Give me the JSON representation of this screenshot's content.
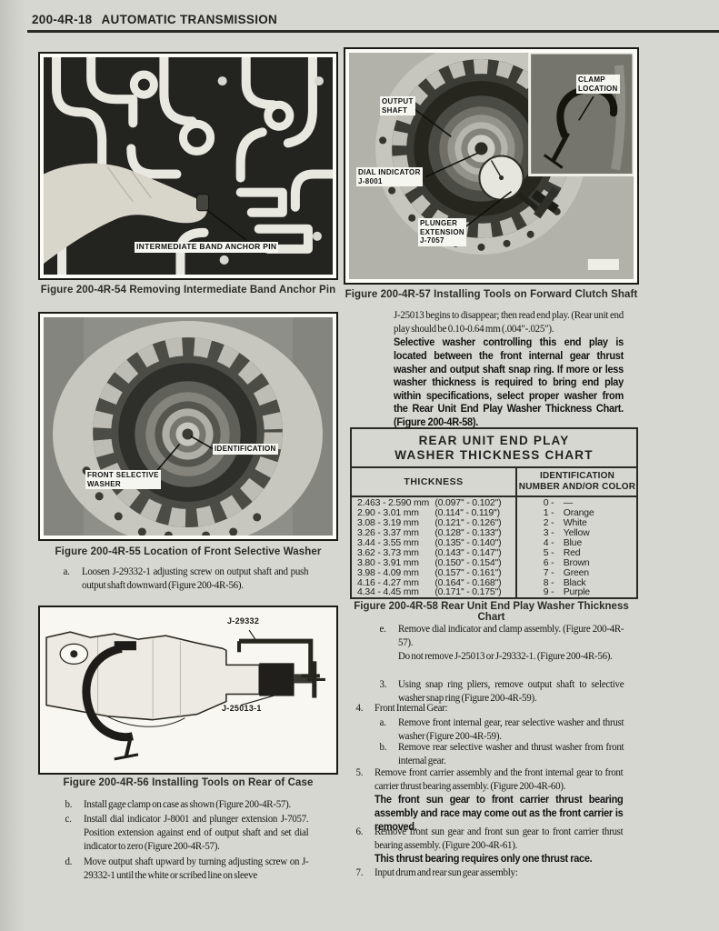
{
  "header": {
    "code": "200-4R-18",
    "title": "AUTOMATIC TRANSMISSION"
  },
  "figures": {
    "fig54": {
      "caption": "Figure 200-4R-54 Removing Intermediate Band Anchor Pin",
      "label_anchor_pin": "INTERMEDIATE BAND ANCHOR PIN"
    },
    "fig55": {
      "caption": "Figure 200-4R-55 Location of Front Selective Washer",
      "label_identification": "IDENTIFICATION",
      "label_front_selective_line1": "FRONT SELECTIVE",
      "label_front_selective_line2": "WASHER"
    },
    "fig56": {
      "caption": "Figure 200-4R-56 Installing Tools on Rear of Case",
      "label_tool_bracket": "J-29332",
      "label_tool_cylinder": "J-25013-1"
    },
    "fig57": {
      "caption": "Figure 200-4R-57 Installing Tools on Forward Clutch Shaft",
      "label_output_line1": "OUTPUT",
      "label_output_line2": "SHAFT",
      "label_dial_line1": "DIAL INDICATOR",
      "label_dial_line2": "J-8001",
      "label_plunger_line1": "PLUNGER",
      "label_plunger_line2": "EXTENSION",
      "label_plunger_line3": "J-7057",
      "label_clamp_line1": "CLAMP",
      "label_clamp_line2": "LOCATION"
    }
  },
  "left_steps": {
    "a": {
      "marker": "a.",
      "text": "Loosen J-29332-1 adjusting screw on output shaft and push output shaft downward (Figure 200-4R-56)."
    },
    "b": {
      "marker": "b.",
      "text": "Install gage clamp on case as shown (Figure 200-4R-57)."
    },
    "c": {
      "marker": "c.",
      "text": "Install dial indicator J-8001 and plunger extension J-7057. Position extension against end of output shaft and set dial indicator to zero (Figure 200-4R-57)."
    },
    "d": {
      "marker": "d.",
      "text": "Move output shaft upward by turning adjusting screw on J-29332-1 until the white or scribed line on sleeve"
    }
  },
  "intro": {
    "plain": "J-25013 begins to disappear; then read end play. (Rear unit end play should be 0.10-0.64 mm (.004″-.025″).",
    "bold": "Selective washer controlling this end play is located between the front internal gear thrust washer and output shaft snap ring. If more or less washer thickness is required to bring end play within specifications, select proper washer from the Rear Unit End Play Washer Thickness Chart. (Figure 200-4R-58)."
  },
  "chart": {
    "type": "table",
    "title_line1": "REAR UNIT END PLAY",
    "title_line2": "WASHER THICKNESS CHART",
    "col_thickness": "THICKNESS",
    "col_id_line1": "IDENTIFICATION",
    "col_id_line2": "NUMBER AND/OR COLOR",
    "caption": "Figure 200-4R-58 Rear Unit End Play Washer Thickness Chart",
    "rows": [
      {
        "mm": "2.463 - 2.590 mm",
        "in": "(0.097'' - 0.102'')",
        "id": "0 -",
        "color": "—"
      },
      {
        "mm": "2.90 - 3.01 mm",
        "in": "(0.114'' - 0.119'')",
        "id": "1 -",
        "color": "Orange"
      },
      {
        "mm": "3.08 - 3.19 mm",
        "in": "(0.121'' - 0.126'')",
        "id": "2 -",
        "color": "White"
      },
      {
        "mm": "3.26 - 3.37 mm",
        "in": "(0.128'' - 0.133'')",
        "id": "3 -",
        "color": "Yellow"
      },
      {
        "mm": "3.44 - 3.55 mm",
        "in": "(0.135'' - 0.140'')",
        "id": "4 -",
        "color": "Blue"
      },
      {
        "mm": "3.62 - 3.73 mm",
        "in": "(0.143'' - 0.147'')",
        "id": "5 -",
        "color": "Red"
      },
      {
        "mm": "3.80 - 3.91 mm",
        "in": "(0.150'' - 0.154'')",
        "id": "6 -",
        "color": "Brown"
      },
      {
        "mm": "3.98 - 4.09 mm",
        "in": "(0.157'' - 0.161'')",
        "id": "7 -",
        "color": "Green"
      },
      {
        "mm": "4.16 - 4.27 mm",
        "in": "(0.164'' - 0.168'')",
        "id": "8 -",
        "color": "Black"
      },
      {
        "mm": "4.34 - 4.45 mm",
        "in": "(0.171'' - 0.175'')",
        "id": "9 -",
        "color": "Purple"
      }
    ]
  },
  "right_steps": {
    "e": {
      "marker": "e.",
      "text": "Remove dial indicator and clamp assembly. (Figure 200-4R-57).",
      "note": "Do not remove J-25013 or J-29332-1. (Figure 200-4R-56)."
    },
    "s3": {
      "marker": "3.",
      "text": "Using snap ring pliers, remove output shaft to selective washer snap ring (Figure 200-4R-59)."
    },
    "s4": {
      "marker": "4.",
      "text": "Front Internal Gear:"
    },
    "s4a": {
      "marker": "a.",
      "text": "Remove front internal gear, rear selective washer and thrust washer (Figure 200-4R-59)."
    },
    "s4b": {
      "marker": "b.",
      "text": "Remove rear selective washer and thrust washer from front internal gear."
    },
    "s5": {
      "marker": "5.",
      "text": "Remove front carrier assembly and the front internal gear to front carrier thrust bearing assembly. (Figure 200-4R-60).",
      "bold_note": "The front sun gear to front carrier thrust bearing assembly and race may come out as the front carrier is removed."
    },
    "s6": {
      "marker": "6.",
      "text": "Remove front sun gear and front sun gear to front carrier thrust bearing assembly. (Figure 200-4R-61).",
      "bold_note": "This thrust bearing requires only one thrust race."
    },
    "s7": {
      "marker": "7.",
      "text": "Input drum and rear sun gear assembly:"
    }
  }
}
